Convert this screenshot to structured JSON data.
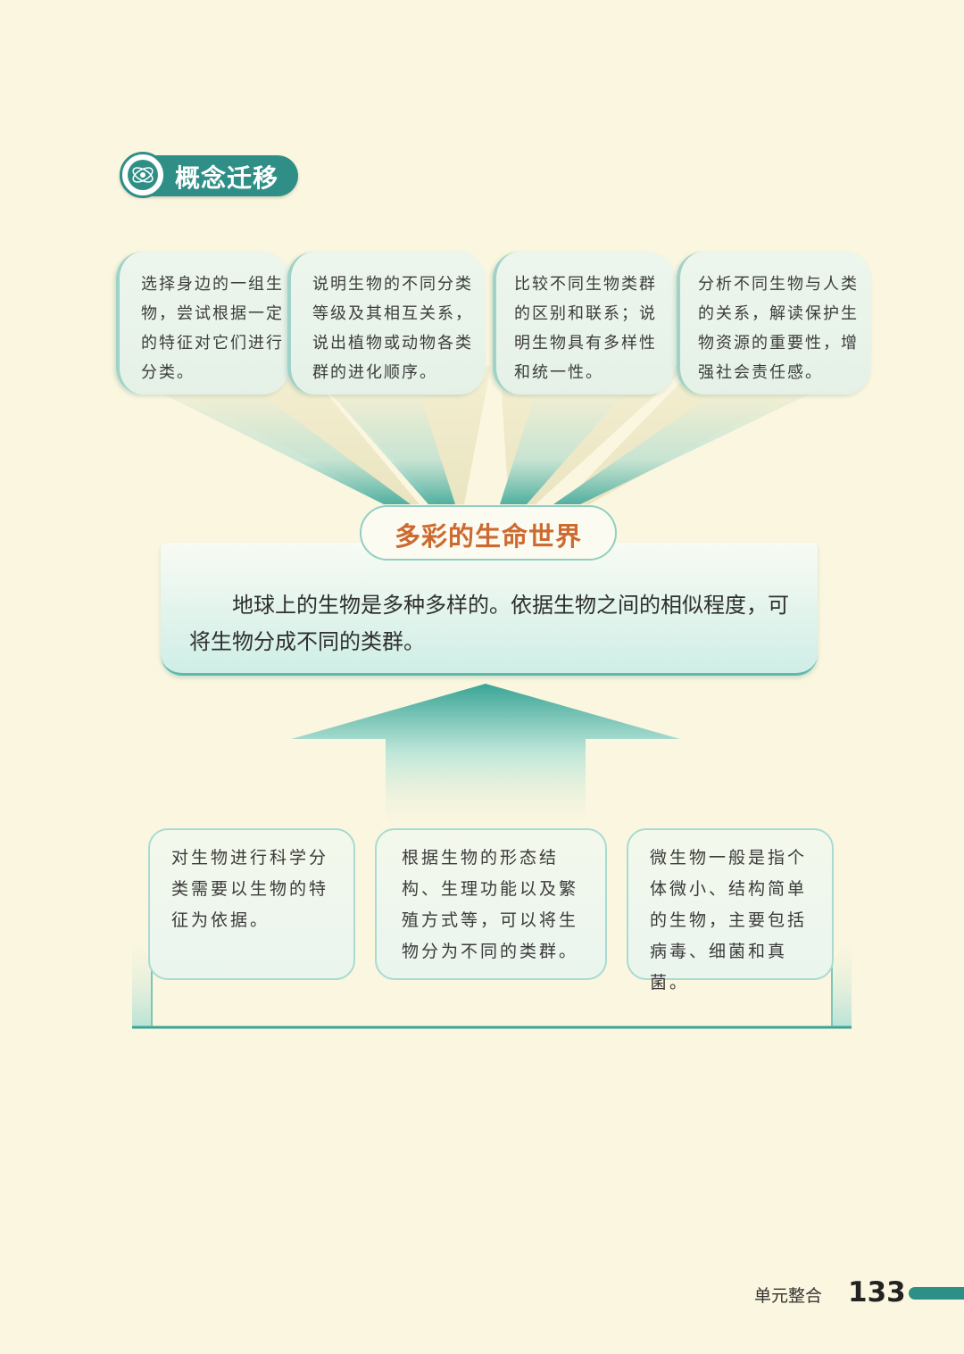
{
  "header": {
    "section_title": "概念迁移",
    "icon": "atom-icon",
    "accent_color": "#2f8f86"
  },
  "objectives": [
    {
      "text": "选择身边的一组生物，尝试根据一定的特征对它们进行分类。"
    },
    {
      "text": "说明生物的不同分类等级及其相互关系，说出植物或动物各类群的进化顺序。"
    },
    {
      "text": "比较不同生物类群的区别和联系；说明生物具有多样性和统一性。"
    },
    {
      "text": "分析不同生物与人类的关系，解读保护生物资源的重要性，增强社会责任感。"
    }
  ],
  "central_concept": {
    "title": "多彩的生命世界",
    "title_color": "#cc6a30",
    "text": "地球上的生物是多种多样的。依据生物之间的相似程度，可将生物分成不同的类群。"
  },
  "foundations": [
    {
      "text": "对生物进行科学分类需要以生物的特征为依据。"
    },
    {
      "text": "根据生物的形态结构、生理功能以及繁殖方式等，可以将生物分为不同的类群。"
    },
    {
      "text": "微生物一般是指个体微小、结构简单的生物，主要包括病毒、细菌和真菌。"
    }
  ],
  "footer": {
    "unit_label": "单元整合",
    "page_number": "133"
  }
}
